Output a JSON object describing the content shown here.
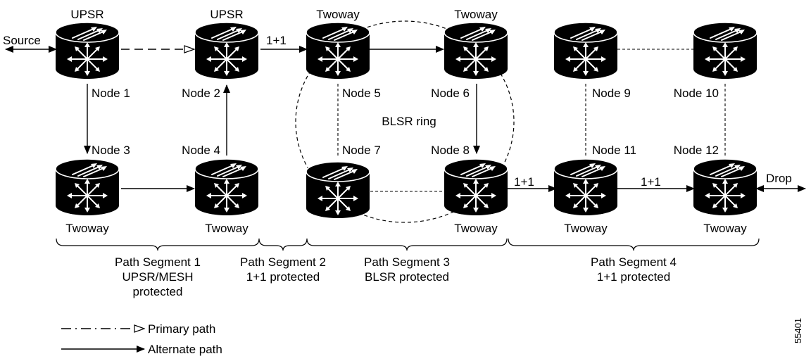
{
  "nodes": [
    {
      "id": "n1",
      "top_label": "UPSR",
      "name": "Node 1",
      "bottom_label": ""
    },
    {
      "id": "n2",
      "top_label": "UPSR",
      "name": "Node 2",
      "bottom_label": ""
    },
    {
      "id": "n3",
      "top_label": "",
      "name": "Node 3",
      "bottom_label": "Twoway"
    },
    {
      "id": "n4",
      "top_label": "",
      "name": "Node 4",
      "bottom_label": "Twoway"
    },
    {
      "id": "n5",
      "top_label": "Twoway",
      "name": "Node 5",
      "bottom_label": ""
    },
    {
      "id": "n6",
      "top_label": "Twoway",
      "name": "Node 6",
      "bottom_label": ""
    },
    {
      "id": "n7",
      "top_label": "",
      "name": "Node 7",
      "bottom_label": ""
    },
    {
      "id": "n8",
      "top_label": "",
      "name": "Node 8",
      "bottom_label": "Twoway"
    },
    {
      "id": "n9",
      "top_label": "",
      "name": "Node 9",
      "bottom_label": ""
    },
    {
      "id": "n10",
      "top_label": "",
      "name": "Node 10",
      "bottom_label": ""
    },
    {
      "id": "n11",
      "top_label": "",
      "name": "Node 11",
      "bottom_label": "Twoway"
    },
    {
      "id": "n12",
      "top_label": "",
      "name": "Node 12",
      "bottom_label": "Twoway"
    }
  ],
  "endpoints": {
    "source": "Source",
    "drop": "Drop"
  },
  "link_labels": {
    "n2_n5": "1+1",
    "n8_n11": "1+1",
    "n11_n12": "1+1"
  },
  "ring_label": "BLSR ring",
  "segments": [
    {
      "lines": [
        "Path Segment 1",
        "UPSR/MESH",
        "protected"
      ]
    },
    {
      "lines": [
        "Path Segment 2",
        "1+1 protected"
      ]
    },
    {
      "lines": [
        "Path Segment 3",
        "BLSR protected"
      ]
    },
    {
      "lines": [
        "Path Segment 4",
        "1+1 protected"
      ]
    }
  ],
  "legend": {
    "primary": "Primary path",
    "alternate": "Alternate path"
  },
  "figure_number": "55401"
}
